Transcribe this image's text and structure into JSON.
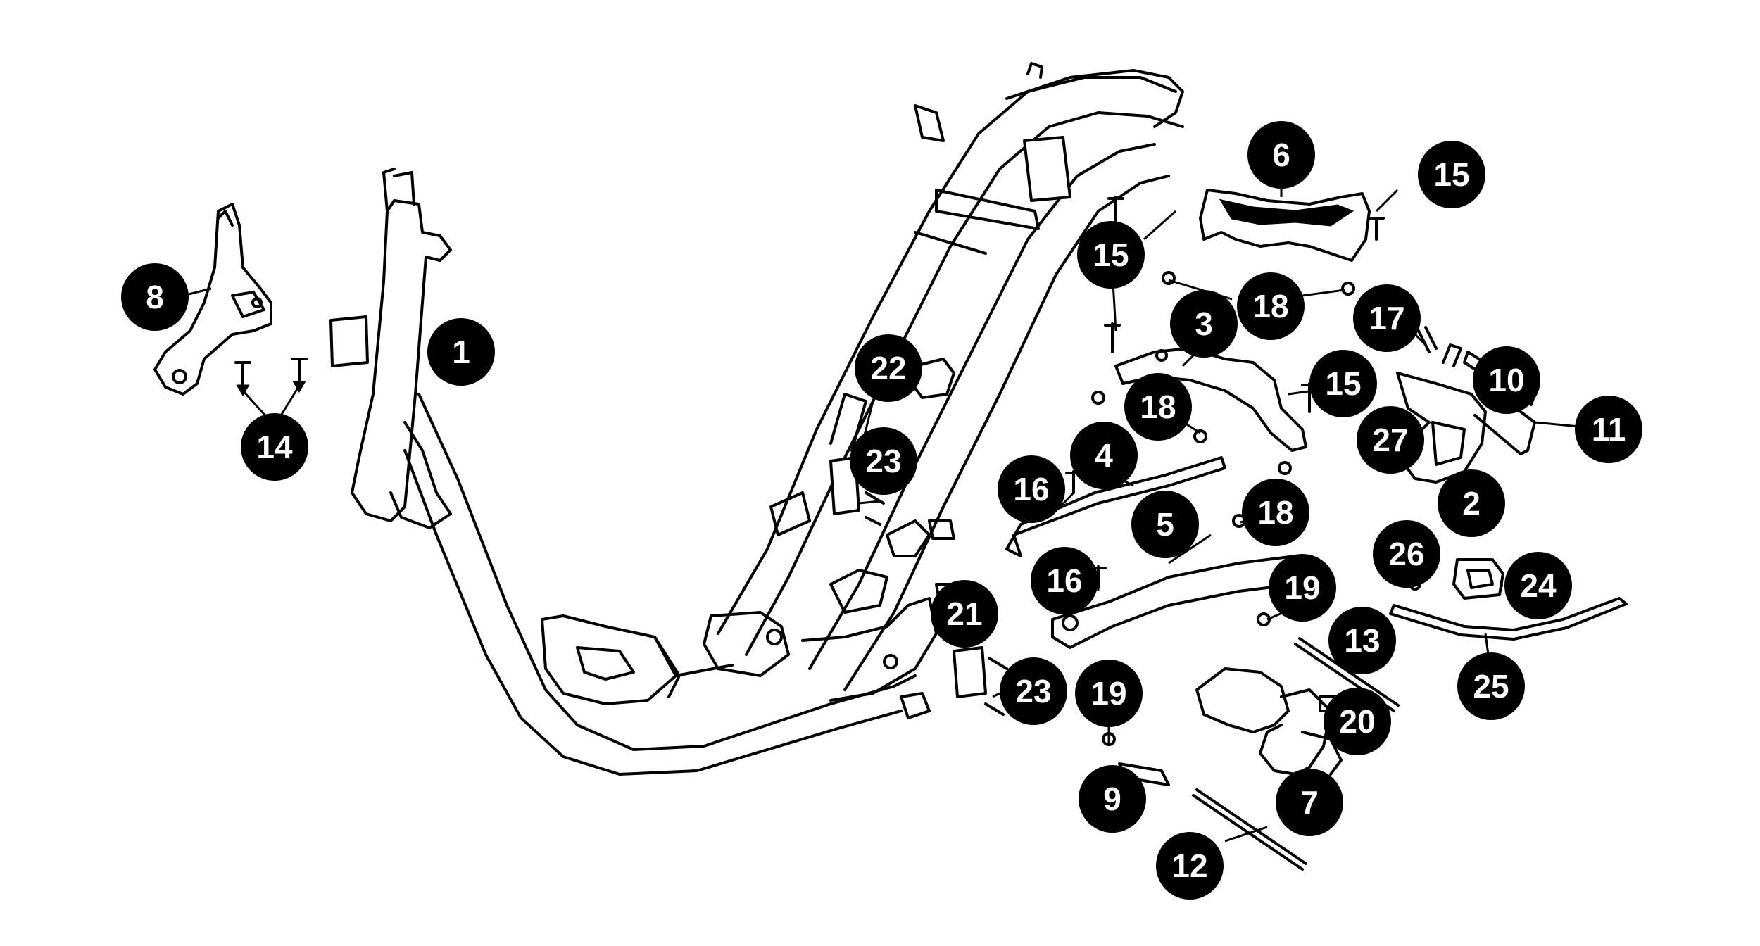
{
  "callouts": [
    {
      "id": "c1",
      "label": "1"
    },
    {
      "id": "c2",
      "label": "2"
    },
    {
      "id": "c3",
      "label": "3"
    },
    {
      "id": "c4",
      "label": "4"
    },
    {
      "id": "c5",
      "label": "5"
    },
    {
      "id": "c6",
      "label": "6"
    },
    {
      "id": "c7",
      "label": "7"
    },
    {
      "id": "c8",
      "label": "8"
    },
    {
      "id": "c9",
      "label": "9"
    },
    {
      "id": "c10",
      "label": "10"
    },
    {
      "id": "c11",
      "label": "11"
    },
    {
      "id": "c12",
      "label": "12"
    },
    {
      "id": "c13",
      "label": "13"
    },
    {
      "id": "c14",
      "label": "14"
    },
    {
      "id": "c15a",
      "label": "15"
    },
    {
      "id": "c15b",
      "label": "15"
    },
    {
      "id": "c15c",
      "label": "15"
    },
    {
      "id": "c16a",
      "label": "16"
    },
    {
      "id": "c16b",
      "label": "16"
    },
    {
      "id": "c17",
      "label": "17"
    },
    {
      "id": "c18a",
      "label": "18"
    },
    {
      "id": "c18b",
      "label": "18"
    },
    {
      "id": "c18c",
      "label": "18"
    },
    {
      "id": "c19a",
      "label": "19"
    },
    {
      "id": "c19b",
      "label": "19"
    },
    {
      "id": "c20",
      "label": "20"
    },
    {
      "id": "c21",
      "label": "21"
    },
    {
      "id": "c22",
      "label": "22"
    },
    {
      "id": "c23a",
      "label": "23"
    },
    {
      "id": "c23b",
      "label": "23"
    },
    {
      "id": "c24",
      "label": "24"
    },
    {
      "id": "c25",
      "label": "25"
    },
    {
      "id": "c26",
      "label": "26"
    },
    {
      "id": "c27",
      "label": "27"
    }
  ]
}
